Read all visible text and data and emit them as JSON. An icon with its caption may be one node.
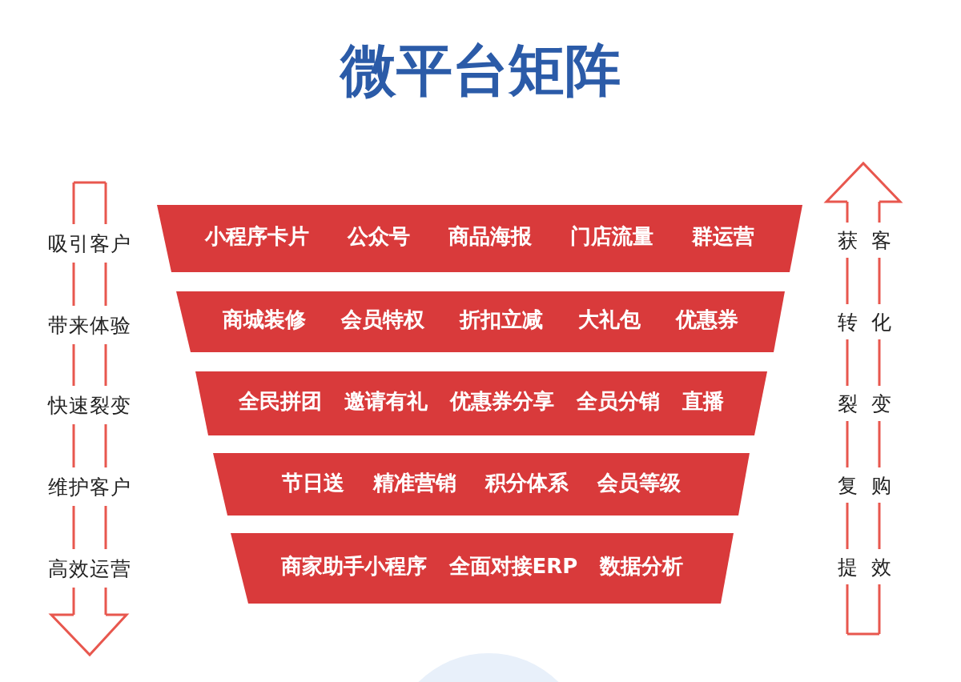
{
  "diagram": {
    "title": "微平台矩阵",
    "nodes": [
      {
        "text": [
          "小程序卡片",
          "公众号",
          "商品海报",
          "门店流量",
          "群运营"
        ]
      },
      {
        "text": [
          "商城装修",
          "会员特权",
          "折扣立减",
          "大礼包",
          "优惠券"
        ]
      },
      {
        "text": [
          "全民拼团",
          "邀请有礼",
          "优惠券分享",
          "全员分销",
          "直播"
        ]
      },
      {
        "text": [
          "节日送",
          "精准营销",
          "积分体系",
          "会员等级"
        ]
      },
      {
        "text": [
          "商家助手小程序",
          "全面对接ERP",
          "数据分析"
        ]
      }
    ],
    "labels": [
      "吸引客户",
      "获客",
      "带来体验",
      "转化",
      "快速裂变",
      "裂变",
      "维护客户",
      "复购",
      "高效运营",
      "提效"
    ]
  }
}
